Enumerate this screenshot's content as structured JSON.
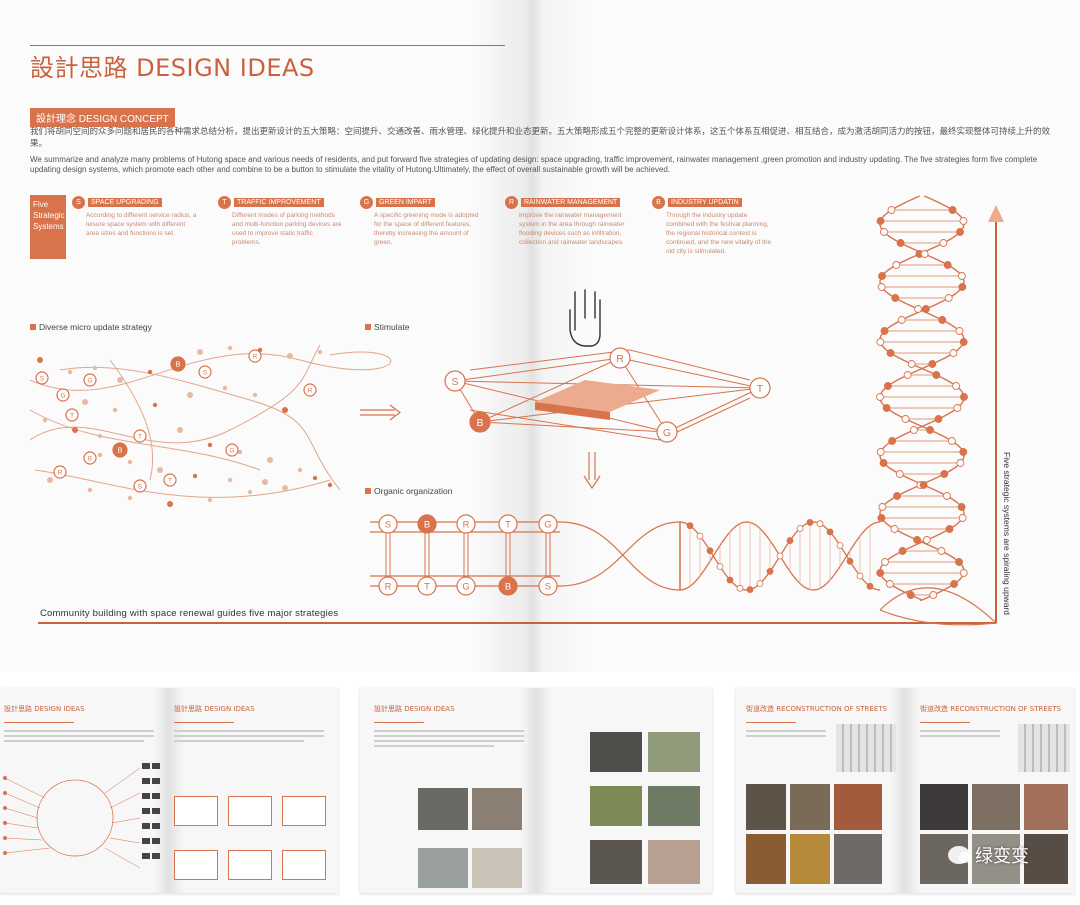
{
  "spread": {
    "title": "設計思路 DESIGN IDEAS",
    "concept_label": "設計理念 DESIGN CONCEPT",
    "cn_paragraph": "我们将胡同空间的众多问题和居民的各种需求总结分析，提出更新设计的五大策略：空间提升、交通改善、雨水管理、绿化提升和业态更新。五大策略形成五个完整的更新设计体系，这五个体系互相促进、相互结合，成为激活胡同活力的按钮，最终实现整体可持续上升的效果。",
    "en_paragraph": "We summarize and analyze many problems of Hutong space and various needs of residents, and put forward five strategies of updating design: space upgrading, traffic improvement, rainwater management ,green promotion and industry updating. The five strategies form five complete updating design systems, which promote each other and combine to be a button to stimulate the vitality of Hutong.Ultimately, the effect of overall sustainable growth will be achieved.",
    "five_systems_label": "Five Strategic Systems",
    "strategies": [
      {
        "letter": "S",
        "name": "SPACE UPGRADING",
        "desc": "According to different service radius, a leisure space system with different area sizes and functions is set."
      },
      {
        "letter": "T",
        "name": "TRAFFIC IMPROVEMENT",
        "desc": "Different modes of parking methods and multi-function parking devices are used to improve static traffic problems."
      },
      {
        "letter": "G",
        "name": "GREEN IMPART",
        "desc": "A specific greening mode is adopted for the space of different features, thereby increasing the amount of green."
      },
      {
        "letter": "R",
        "name": "RAINWATER MANAGEMENT",
        "desc": "Improve the rainwater management system in the area through rainwater flooding devices such as infiltration, collection and rainwater landscapes."
      },
      {
        "letter": "B",
        "name": "INDUSTRY UPDATIN",
        "desc": "Through the industry update combined with the festival planning, the regional historical context is continued, and the new vitality of the old city is stimulated."
      }
    ],
    "label_diverse": "Diverse micro update strategy",
    "label_stimulate": "Stimulate",
    "label_organic": "Organic organization",
    "bottom_caption": "Community building with space renewal  guides five major strategies",
    "vertical_caption": "Five strategic systems are spiraling upward",
    "diamond_nodes": [
      "S",
      "R",
      "T",
      "G",
      "B"
    ],
    "top_row": [
      "S",
      "B",
      "R",
      "T",
      "G"
    ],
    "bottom_row": [
      "R",
      "T",
      "G",
      "B",
      "S"
    ],
    "accent_color": "#d8734b"
  },
  "thumbnails": {
    "book1_left_title": "設計思路 DESIGN IDEAS",
    "book1_right_title": "設計思路 DESIGN IDEAS",
    "book2_left_title": "設計思路 DESIGN IDEAS",
    "book3_left_title": "街道改造 RECONSTRUCTION OF STREETS",
    "book3_right_title": "街道改造 RECONSTRUCTION OF STREETS"
  },
  "watermark": "绿变变"
}
